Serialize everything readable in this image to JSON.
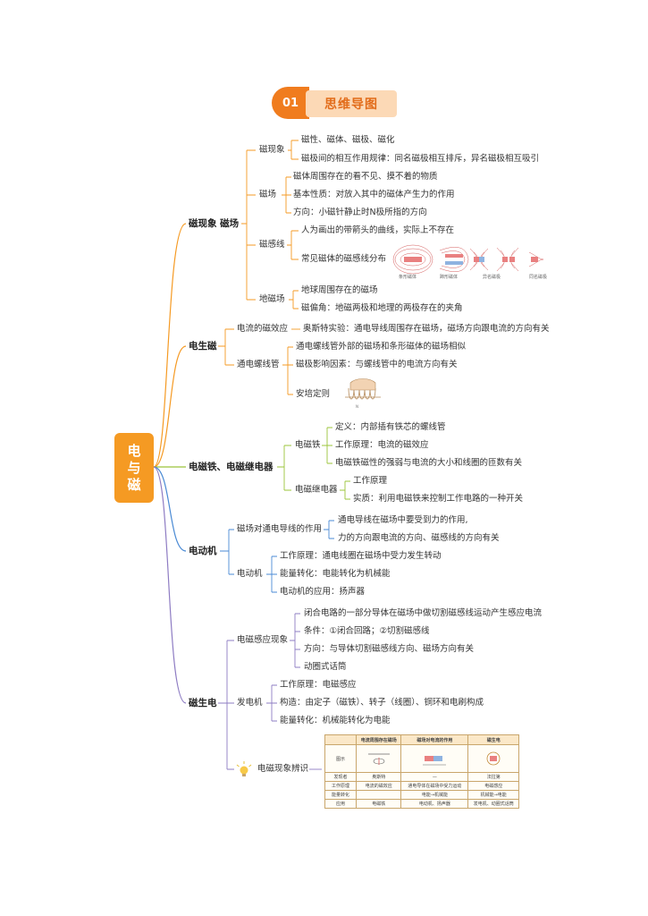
{
  "header": {
    "badge_number": "01",
    "title": "思维导图"
  },
  "root": {
    "line1": "电",
    "line2": "与",
    "line3": "磁"
  },
  "branches": {
    "b1": {
      "label": "磁现象 磁场",
      "cixianxiang": {
        "label": "磁现象",
        "items": [
          "磁性、磁体、磁极、磁化",
          "磁极间的相互作用规律：同名磁极相互排斥，异名磁极相互吸引"
        ]
      },
      "cichang": {
        "label": "磁场",
        "items": [
          "磁体周围存在的看不见、摸不着的物质",
          "基本性质：对放入其中的磁体产生力的作用",
          "方向：小磁针静止时N极所指的方向"
        ]
      },
      "ciganxian": {
        "label": "磁感线",
        "items": [
          "人为画出的带箭头的曲线，实际上不存在",
          "常见磁体的磁感线分布"
        ],
        "fig_labels": [
          "条形磁体",
          "蹄形磁体",
          "异名磁极",
          "同名磁极"
        ]
      },
      "dichang": {
        "label": "地磁场",
        "items": [
          "地球周围存在的磁场",
          "磁偏角：地磁两极和地理的两极存在的夹角"
        ]
      }
    },
    "b2": {
      "label": "电生磁",
      "xiaoying": {
        "label": "电流的磁效应",
        "items": [
          "奥斯特实验：通电导线周围存在磁场，磁场方向跟电流的方向有关"
        ]
      },
      "luoxianguan": {
        "label": "通电螺线管",
        "items": [
          "通电螺线管外部的磁场和条形磁体的磁场相似",
          "磁极影响因素：与螺线管中的电流方向有关",
          "安培定则"
        ]
      }
    },
    "b3": {
      "label": "电磁铁、电磁继电器",
      "diancitie": {
        "label": "电磁铁",
        "items": [
          "定义：内部插有铁芯的螺线管",
          "工作原理：电流的磁效应",
          "电磁铁磁性的强弱与电流的大小和线圈的匝数有关"
        ]
      },
      "jidianqi": {
        "label": "电磁继电器",
        "items": [
          "工作原理",
          "实质：利用电磁铁来控制工作电路的一种开关"
        ]
      }
    },
    "b4": {
      "label": "电动机",
      "zuoyong": {
        "label": "磁场对通电导线的作用",
        "items": [
          "通电导线在磁场中要受到力的作用,",
          "力的方向跟电流的方向、磁感线的方向有关"
        ]
      },
      "diandongji": {
        "label": "电动机",
        "items": [
          "工作原理：通电线圈在磁场中受力发生转动",
          "能量转化：电能转化为机械能",
          "电动机的应用：扬声器"
        ]
      }
    },
    "b5": {
      "label": "磁生电",
      "ganying": {
        "label": "电磁感应现象",
        "items": [
          "闭合电路的一部分导体在磁场中做切割磁感线运动产生感应电流",
          "条件：①闭合回路；②切割磁感线",
          "方向：与导体切割磁感线方向、磁场方向有关",
          "动圈式话筒"
        ]
      },
      "fadianji": {
        "label": "发电机",
        "items": [
          "工作原理：电磁感应",
          "构造：由定子（磁铁）、转子（线圈）、铜环和电刷构成",
          "能量转化：机械能转化为电能"
        ]
      },
      "bianshi": {
        "label": "电磁现象辨识"
      }
    }
  },
  "table": {
    "headers": [
      "",
      "电流周围存在磁场",
      "磁场对电流的作用",
      "磁生电"
    ],
    "rows": [
      [
        "图示",
        "",
        "",
        ""
      ],
      [
        "发现者",
        "奥斯特",
        "—",
        "法拉第"
      ],
      [
        "工作原理",
        "电流的磁效应",
        "通电导体在磁场中受力运动",
        "电磁感应"
      ],
      [
        "能量转化",
        "",
        "电能→机械能",
        "机械能→电能"
      ],
      [
        "应用",
        "电磁铁",
        "电动机、扬声器",
        "发电机、动圈式话筒"
      ]
    ]
  },
  "colors": {
    "orange": "#f59a23",
    "green": "#9bc43a",
    "blue": "#4a8ad4",
    "purple": "#8e7cc3",
    "yellow": "#e5c13a"
  }
}
